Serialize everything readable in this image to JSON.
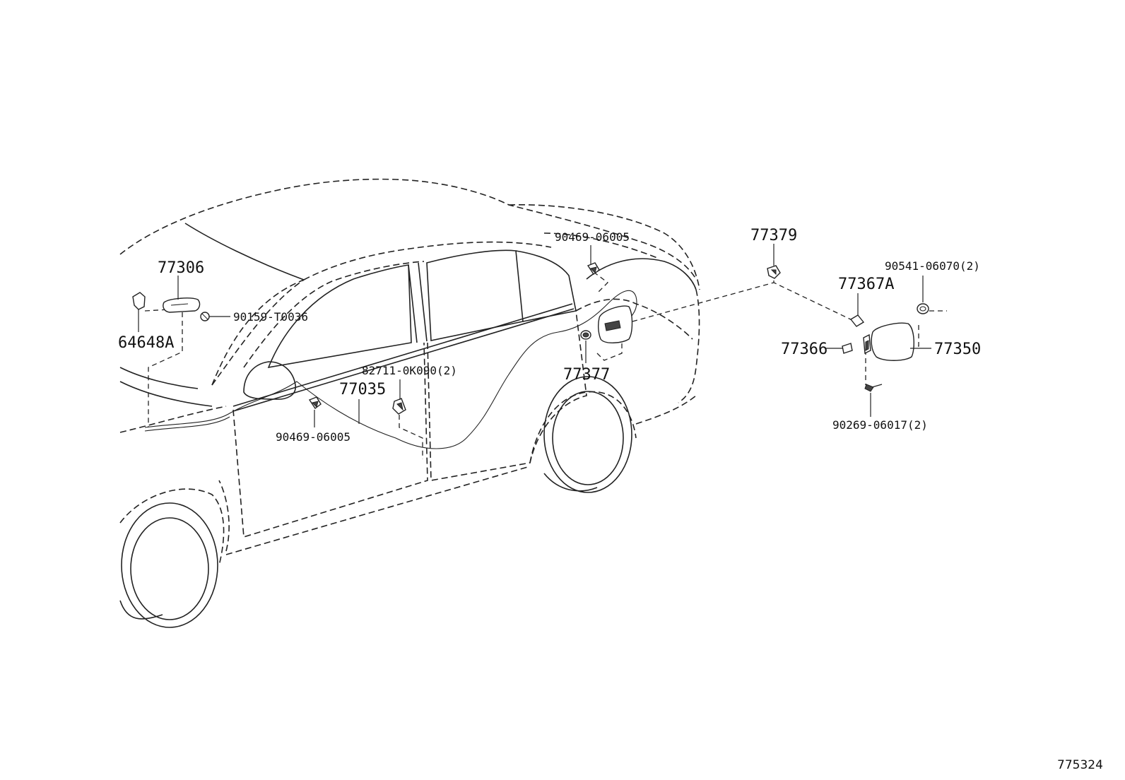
{
  "diagram": {
    "reference_number": "775324",
    "callouts": [
      {
        "id": "73306",
        "text": "77306"
      },
      {
        "id": "64648a",
        "text": "64648A"
      },
      {
        "id": "90159",
        "text": "90159-T0036"
      },
      {
        "id": "90469-top",
        "text": "90469-06005"
      },
      {
        "id": "90469-bottom",
        "text": "90469-06005"
      },
      {
        "id": "82711",
        "text": "82711-0K090(2)"
      },
      {
        "id": "77035",
        "text": "77035"
      },
      {
        "id": "77377",
        "text": "77377"
      },
      {
        "id": "77379",
        "text": "77379"
      },
      {
        "id": "77367a",
        "text": "77367A"
      },
      {
        "id": "90541",
        "text": "90541-06070(2)"
      },
      {
        "id": "77366",
        "text": "77366"
      },
      {
        "id": "77350",
        "text": "77350"
      },
      {
        "id": "90269",
        "text": "90269-06017(2)"
      }
    ]
  }
}
